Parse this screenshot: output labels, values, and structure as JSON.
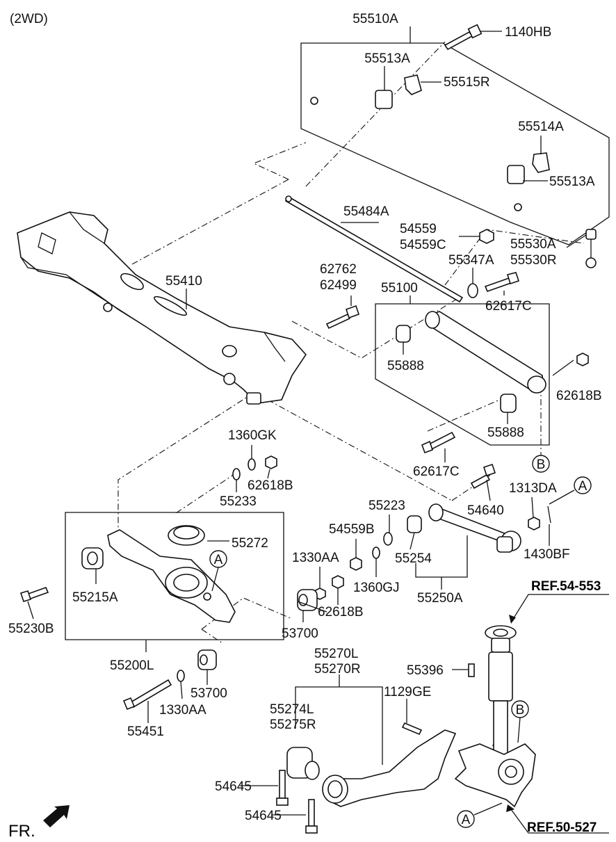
{
  "header": {
    "variant": "(2WD)"
  },
  "front_label": "FR.",
  "references": {
    "ref_top": "REF.54-553",
    "ref_bottom": "REF.50-527"
  },
  "callouts": {
    "A": "A",
    "B": "B"
  },
  "parts": {
    "p55510A": "55510A",
    "p1140HB": "1140HB",
    "p55513A_top": "55513A",
    "p55515R": "55515R",
    "p55514A": "55514A",
    "p55513A_right": "55513A",
    "p55484A": "55484A",
    "p54559": "54559",
    "p54559C": "54559C",
    "p55530A": "55530A",
    "p55530R": "55530R",
    "p55347A": "55347A",
    "p62762": "62762",
    "p62499": "62499",
    "p55410": "55410",
    "p55100": "55100",
    "p62617C_top": "62617C",
    "p55888_top": "55888",
    "p62618B_right": "62618B",
    "p55888_bottom": "55888",
    "p62617C_bottom": "62617C",
    "p1360GK": "1360GK",
    "p62618B_mid": "62618B",
    "p55233": "55233",
    "p55223": "55223",
    "p54640": "54640",
    "p1313DA": "1313DA",
    "p54559B": "54559B",
    "p55254": "55254",
    "p1430BF": "1430BF",
    "p55272": "55272",
    "p55215A": "55215A",
    "p1330AA_mid": "1330AA",
    "p1360GJ": "1360GJ",
    "p62618B_low": "62618B",
    "p55250A": "55250A",
    "p53700_mid": "53700",
    "p55230B": "55230B",
    "p55200L": "55200L",
    "p53700_low": "53700",
    "p55270L": "55270L",
    "p55270R": "55270R",
    "p55396": "55396",
    "p1129GE": "1129GE",
    "p55274L": "55274L",
    "p55275R": "55275R",
    "p1330AA_low": "1330AA",
    "p55451": "55451",
    "p54645_a": "54645",
    "p54645_b": "54645"
  }
}
